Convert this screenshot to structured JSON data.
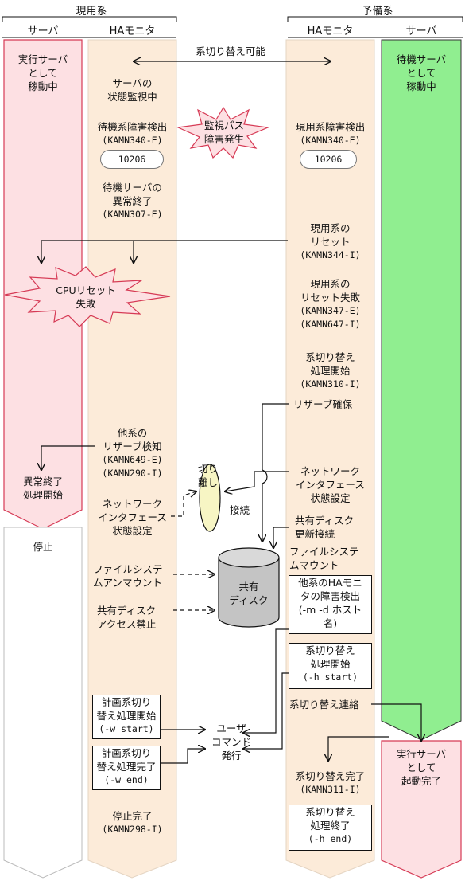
{
  "headers": {
    "active_system": "現用系",
    "standby_system": "予備系",
    "server_left": "サーバ",
    "ha_monitor_left": "HAモニタ",
    "ha_monitor_right": "HAモニタ",
    "server_right": "サーバ"
  },
  "top": {
    "switchover_possible": "系切り替え可能",
    "active_server_running": [
      "実行サーバ",
      "として",
      "稼動中"
    ],
    "standby_server_running": [
      "待機サーバ",
      "として",
      "稼動中"
    ]
  },
  "left_monitor": {
    "status_monitoring": [
      "サーバの",
      "状態監視中"
    ],
    "standby_failure_detect": [
      "待機系障害検出",
      "(KAMN340-E)"
    ],
    "code_badge": "10206",
    "standby_server_abend": [
      "待機サーバの",
      "異常終了",
      "(KAMN307-E)"
    ],
    "other_reserve_detect": [
      "他系の",
      "リザーブ検知",
      "(KAMN649-E)",
      "(KAMN290-I)"
    ],
    "network_interface_setting": [
      "ネットワーク",
      "インタフェース",
      "状態設定"
    ],
    "fs_unmount": [
      "ファイルシステ",
      "ムアンマウント"
    ],
    "shared_disk_access_ban": [
      "共有ディスク",
      "アクセス禁止"
    ],
    "planned_switch_start": [
      "計画系切り",
      "替え処理開始",
      "(-w start)"
    ],
    "planned_switch_end": [
      "計画系切り",
      "替え処理完了",
      "(-w end)"
    ],
    "stop_complete": [
      "停止完了",
      "(KAMN298-I)"
    ]
  },
  "right_monitor": {
    "active_failure_detect": [
      "現用系障害検出",
      "(KAMN340-E)"
    ],
    "code_badge": "10206",
    "active_reset": [
      "現用系の",
      "リセット",
      "(KAMN344-I)"
    ],
    "active_reset_failed": [
      "現用系の",
      "リセット失敗",
      "(KAMN347-E)",
      "(KAMN647-I)"
    ],
    "switch_process_start": [
      "系切り替え",
      "処理開始",
      "(KAMN310-I)"
    ],
    "reserve_secure": "リザーブ確保",
    "network_interface_setting": [
      "ネットワーク",
      "インタフェース",
      "状態設定"
    ],
    "shared_disk_update": [
      "共有ディスク",
      "更新接続"
    ],
    "fs_mount": [
      "ファイルシステ",
      "ムマウント"
    ],
    "other_failure_detect": [
      "他系のHAモニ",
      "タの障害検出",
      "(-m -d ホスト",
      "名)"
    ],
    "switch_start_h": [
      "系切り替え",
      "処理開始",
      "(-h start)"
    ],
    "switch_contact": "系切り替え連絡",
    "switch_complete": [
      "系切り替え完了",
      "(KAMN311-I)"
    ],
    "switch_end_h": [
      "系切り替え",
      "処理終了",
      "(-h end)"
    ]
  },
  "events": {
    "monitor_path_failure": [
      "監視パス",
      "障害発生"
    ],
    "cpu_reset_failed": [
      "CPUリセット",
      "失敗"
    ]
  },
  "left_server": {
    "abend_start": [
      "異常終了",
      "処理開始"
    ],
    "stopped": "停止"
  },
  "right_server": {
    "started_as_active": [
      "実行サーバ",
      "として",
      "起動完了"
    ]
  },
  "middle": {
    "detach": [
      "切り",
      "離し"
    ],
    "connect": "接続",
    "shared_disk": [
      "共有",
      "ディスク"
    ],
    "user_command": [
      "ユーザ",
      "コマンド",
      "発行"
    ]
  },
  "colors": {
    "pink": "#fde0e3",
    "pink_border": "#d63a55",
    "green": "#90ee90",
    "beige": "#fcebd9",
    "ellipse": "#f7f5c4",
    "disk": "#c4c4c4"
  }
}
